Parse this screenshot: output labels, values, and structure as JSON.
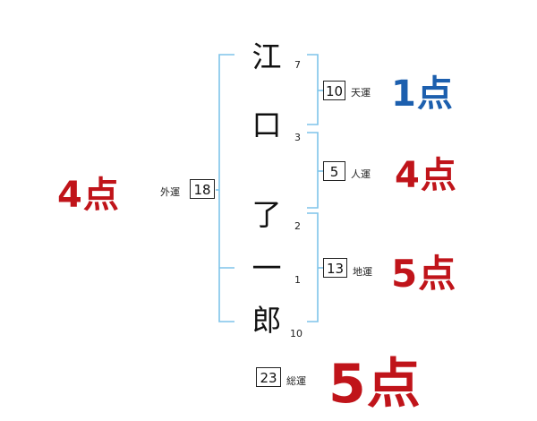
{
  "name": {
    "characters": [
      {
        "char": "江",
        "strokes": "7"
      },
      {
        "char": "口",
        "strokes": "3"
      },
      {
        "char": "了",
        "strokes": "2"
      },
      {
        "char": "一",
        "strokes": "1"
      },
      {
        "char": "郎",
        "strokes": "10"
      }
    ]
  },
  "fortunes": {
    "tenkaku": {
      "value": "10",
      "label": "天運",
      "score": "1点"
    },
    "jinkaku": {
      "value": "5",
      "label": "人運",
      "score": "4点"
    },
    "chikaku": {
      "value": "13",
      "label": "地運",
      "score": "5点"
    },
    "gaikaku": {
      "value": "18",
      "label": "外運",
      "score": "4点"
    },
    "soukaku": {
      "value": "23",
      "label": "総運",
      "score": "5点"
    }
  },
  "colors": {
    "bracket": "#7ec4ea",
    "score_red": "#c0141a",
    "score_blue": "#1c5fae"
  }
}
